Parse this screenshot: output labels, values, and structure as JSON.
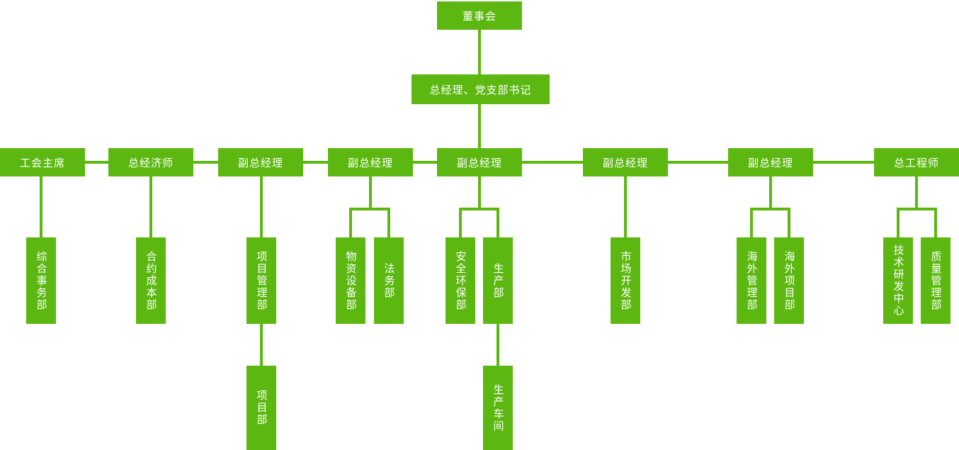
{
  "colors": {
    "node_fill": "#5CB811",
    "node_text": "#FFFFFF",
    "connector": "#5CB811",
    "background": "#FFFFFF"
  },
  "org_chart": {
    "type": "organization-tree",
    "nodes": {
      "board": {
        "label": "董事会"
      },
      "general_manager": {
        "label": "总经理、党支部书记",
        "reports_to": "board"
      },
      "union_chairman": {
        "label": "工会主席",
        "reports_to": "general_manager"
      },
      "chief_economist": {
        "label": "总经济师",
        "reports_to": "general_manager"
      },
      "deputy_gm_1": {
        "label": "副总经理",
        "reports_to": "general_manager"
      },
      "deputy_gm_2": {
        "label": "副总经理",
        "reports_to": "general_manager"
      },
      "deputy_gm_3": {
        "label": "副总经理",
        "reports_to": "general_manager"
      },
      "deputy_gm_4": {
        "label": "副总经理",
        "reports_to": "general_manager"
      },
      "deputy_gm_5": {
        "label": "副总经理",
        "reports_to": "general_manager"
      },
      "chief_engineer": {
        "label": "总工程师",
        "reports_to": "general_manager"
      },
      "general_affairs_dept": {
        "label": "综合事务部",
        "reports_to": "union_chairman"
      },
      "contract_cost_dept": {
        "label": "合约成本部",
        "reports_to": "chief_economist"
      },
      "project_mgmt_dept": {
        "label": "项目管理部",
        "reports_to": "deputy_gm_1"
      },
      "materials_equipment_dept": {
        "label": "物资设备部",
        "reports_to": "deputy_gm_2"
      },
      "legal_dept": {
        "label": "法务部",
        "reports_to": "deputy_gm_2"
      },
      "safety_env_dept": {
        "label": "安全环保部",
        "reports_to": "deputy_gm_3"
      },
      "production_dept": {
        "label": "生产部",
        "reports_to": "deputy_gm_3"
      },
      "market_dev_dept": {
        "label": "市场开发部",
        "reports_to": "deputy_gm_4"
      },
      "overseas_mgmt_dept": {
        "label": "海外管理部",
        "reports_to": "deputy_gm_5"
      },
      "overseas_project_dept": {
        "label": "海外项目部",
        "reports_to": "deputy_gm_5"
      },
      "tech_rd_center": {
        "label": "技术研发中心",
        "reports_to": "chief_engineer"
      },
      "quality_mgmt_dept": {
        "label": "质量管理部",
        "reports_to": "chief_engineer"
      },
      "project_dept": {
        "label": "项目部",
        "reports_to": "project_mgmt_dept"
      },
      "production_workshop": {
        "label": "生产车间",
        "reports_to": "production_dept"
      }
    }
  }
}
